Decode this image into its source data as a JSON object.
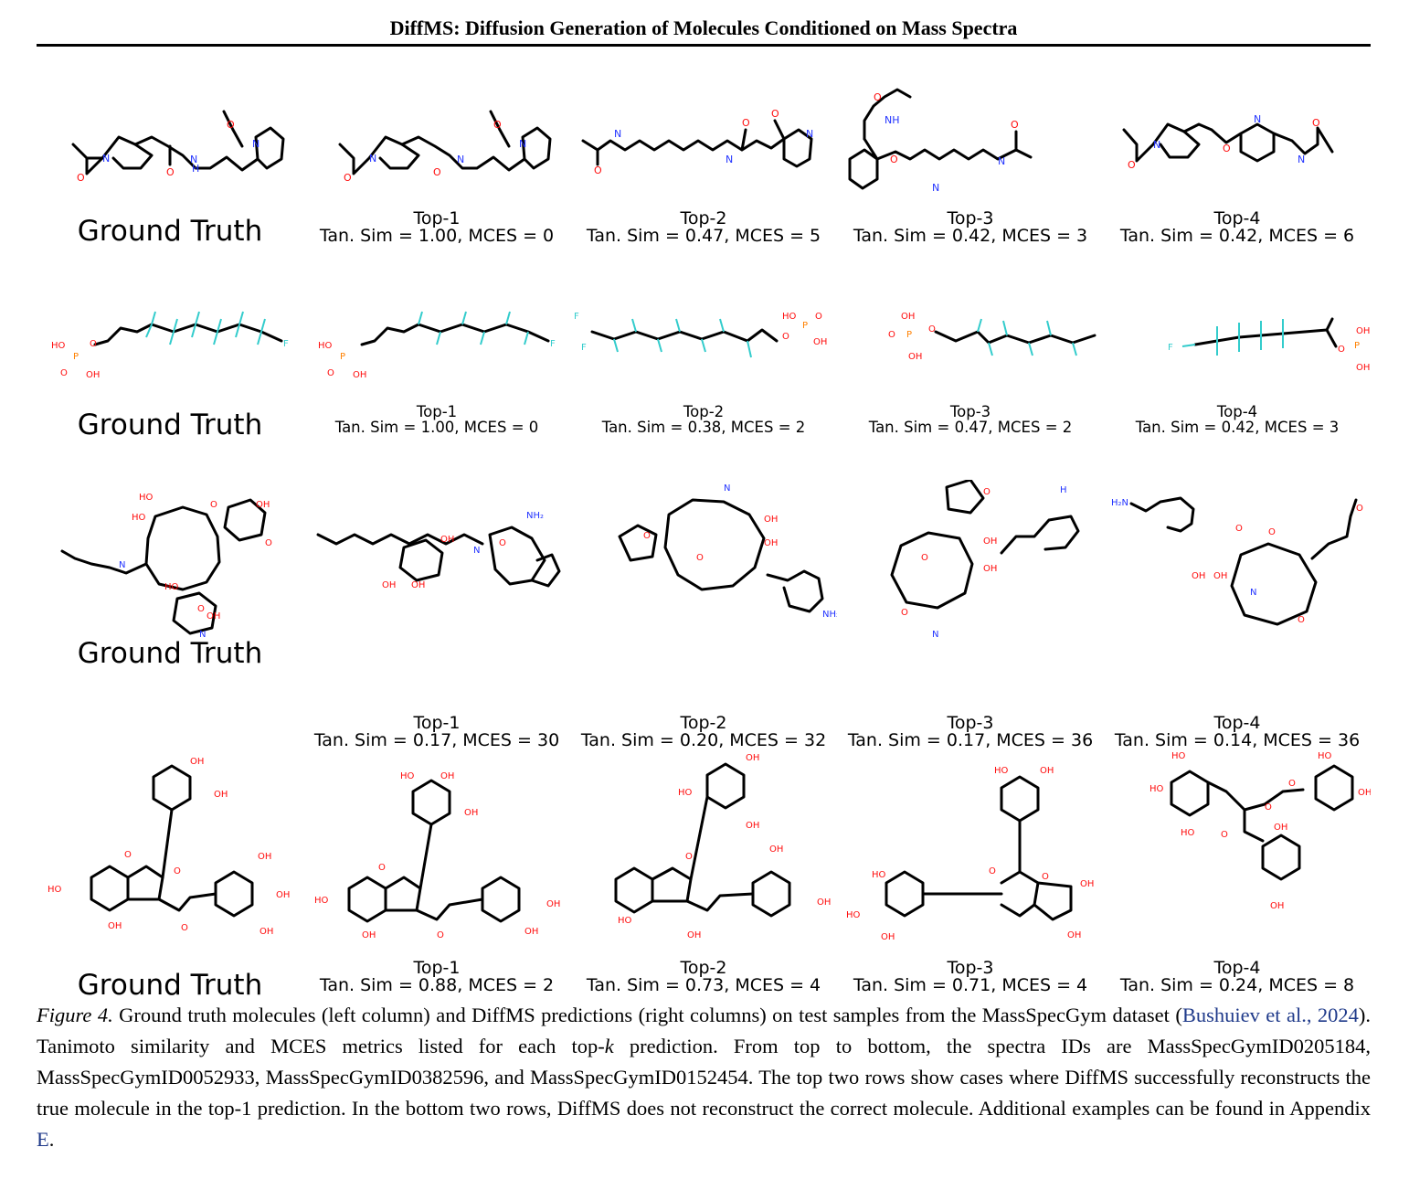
{
  "header": {
    "title": "DiffMS: Diffusion Generation of Molecules Conditioned on Mass Spectra"
  },
  "colors": {
    "bond": "#000000",
    "oxygen": "#ff0d0d",
    "nitrogen": "#2233ff",
    "fluorine": "#33cccc",
    "phosphorus": "#ff8000",
    "link": "#1f3a8a"
  },
  "rows": [
    {
      "ground_truth_label": "Ground Truth",
      "predictions": [
        {
          "rank": "Top-1",
          "metric": "Tan. Sim = 1.00, MCES = 0"
        },
        {
          "rank": "Top-2",
          "metric": "Tan. Sim = 0.47, MCES = 5"
        },
        {
          "rank": "Top-3",
          "metric": "Tan. Sim = 0.42, MCES = 3"
        },
        {
          "rank": "Top-4",
          "metric": "Tan. Sim = 0.42, MCES = 6"
        }
      ]
    },
    {
      "ground_truth_label": "Ground Truth",
      "predictions": [
        {
          "rank": "Top-1",
          "metric": "Tan. Sim = 1.00, MCES = 0"
        },
        {
          "rank": "Top-2",
          "metric": "Tan. Sim = 0.38, MCES = 2"
        },
        {
          "rank": "Top-3",
          "metric": "Tan. Sim = 0.47, MCES = 2"
        },
        {
          "rank": "Top-4",
          "metric": "Tan. Sim = 0.42, MCES = 3"
        }
      ]
    },
    {
      "ground_truth_label": "Ground Truth",
      "predictions": [
        {
          "rank": "Top-1",
          "metric": "Tan. Sim = 0.17, MCES = 30"
        },
        {
          "rank": "Top-2",
          "metric": "Tan. Sim = 0.20, MCES = 32"
        },
        {
          "rank": "Top-3",
          "metric": "Tan. Sim = 0.17, MCES = 36"
        },
        {
          "rank": "Top-4",
          "metric": "Tan. Sim = 0.14, MCES = 36"
        }
      ]
    },
    {
      "ground_truth_label": "Ground Truth",
      "predictions": [
        {
          "rank": "Top-1",
          "metric": "Tan. Sim = 0.88, MCES = 2"
        },
        {
          "rank": "Top-2",
          "metric": "Tan. Sim = 0.73, MCES = 4"
        },
        {
          "rank": "Top-3",
          "metric": "Tan. Sim = 0.71, MCES = 4"
        },
        {
          "rank": "Top-4",
          "metric": "Tan. Sim = 0.24, MCES = 8"
        }
      ]
    }
  ],
  "caption": {
    "figure_label": "Figure 4.",
    "text_1": " Ground truth molecules (left column) and DiffMS predictions (right columns) on test samples from the MassSpecGym dataset (",
    "citation": "Bushuiev et al., 2024",
    "text_2": "). Tanimoto similarity and MCES metrics listed for each top-",
    "k": "k",
    "text_3": " prediction. From top to bottom, the spectra IDs are MassSpecGymID0205184, MassSpecGymID0052933, MassSpecGymID0382596, and MassSpecGymID0152454. The top two rows show cases where DiffMS successfully reconstructs the true molecule in the top-1 prediction. In the bottom two rows, DiffMS does not reconstruct the correct molecule. Additional examples can be found in Appendix ",
    "appendix": "E",
    "text_4": "."
  }
}
